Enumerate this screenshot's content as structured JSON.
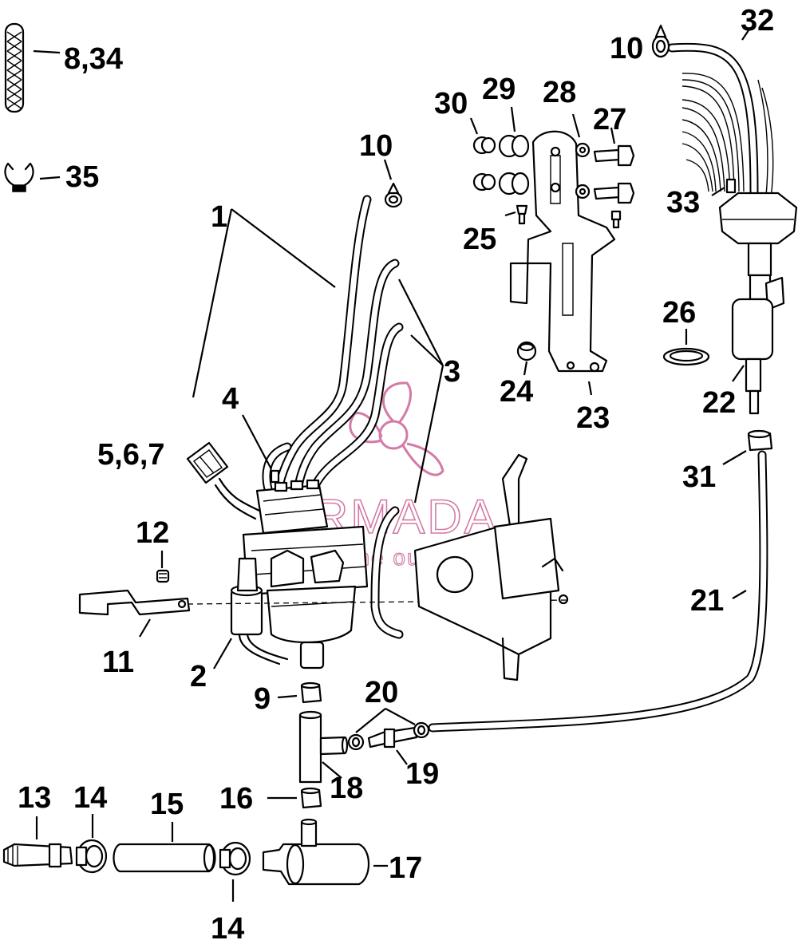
{
  "watermark": {
    "brand": "ARMADA",
    "tagline": "marine outboards",
    "color": "#d37aa6"
  },
  "callouts": {
    "c1": "1",
    "c2": "2",
    "c3": "3",
    "c4": "4",
    "c5_6_7": "5,6,7",
    "c8_34": "8,34",
    "c9": "9",
    "c10a": "10",
    "c10b": "10",
    "c11": "11",
    "c12": "12",
    "c13": "13",
    "c14a": "14",
    "c14b": "14",
    "c15": "15",
    "c16": "16",
    "c17": "17",
    "c18": "18",
    "c19": "19",
    "c20": "20",
    "c21": "21",
    "c22": "22",
    "c23": "23",
    "c24": "24",
    "c25": "25",
    "c26": "26",
    "c27": "27",
    "c28": "28",
    "c29": "29",
    "c30": "30",
    "c31": "31",
    "c32": "32",
    "c33": "33",
    "c35": "35"
  }
}
